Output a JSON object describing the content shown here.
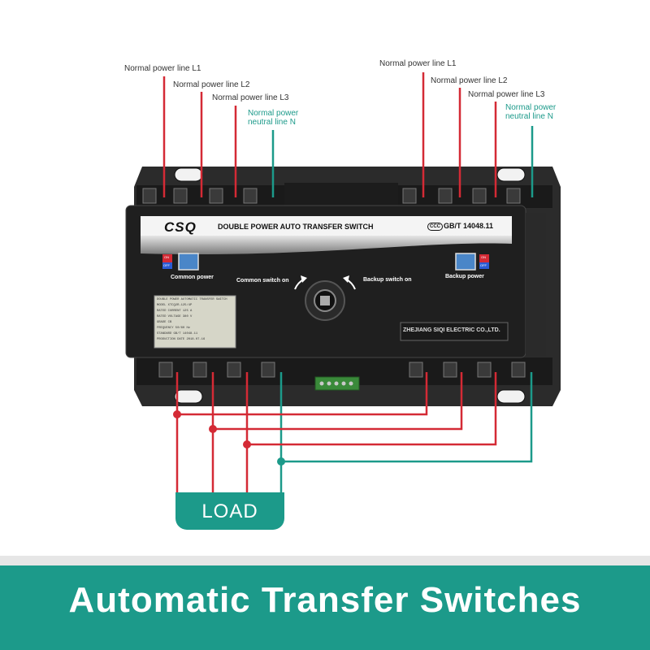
{
  "labels": {
    "left": {
      "l1": "Normal power line L1",
      "l2": "Normal power line L2",
      "l3": "Normal power line L3",
      "n_line1": "Normal power",
      "n_line2": "neutral line N"
    },
    "right": {
      "l1": "Normal power line L1",
      "l2": "Normal power line L2",
      "l3": "Normal power line L3",
      "n_line1": "Normal power",
      "n_line2": "neutral line N"
    }
  },
  "device": {
    "brand": "CSQ",
    "title": "DOUBLE POWER AUTO TRANSFER SWITCH",
    "standard": "GB/T 14048.11",
    "cert": "CCC",
    "common_power": "Common power",
    "backup_power": "Backup power",
    "common_switch_on": "Common switch on",
    "backup_switch_on": "Backup switch on",
    "on_label": "ON",
    "off_label": "OFF",
    "manufacturer": "ZHEJIANG SIQI ELECTRIC CO.,LTD.",
    "nameplate": [
      "DOUBLE POWER AUTOMATIC TRANSFER SWITCH",
      "MODEL   XTCQ2R-125/4P",
      "RATED CURRENT    125  A",
      "RATED VOLTAGE    380  V",
      "GRADE    CB",
      "FREQUENCY    50/60  Hz",
      "STANDARD    GB/T 14048.11",
      "PRODUCTION DATE    2018.07.16"
    ]
  },
  "load_label": "LOAD",
  "banner_title": "Automatic Transfer Switches",
  "colors": {
    "teal": "#1c9a8a",
    "red": "#d42a35",
    "device_body": "#1f1f1f",
    "banner_bg": "#1c9a8a"
  }
}
